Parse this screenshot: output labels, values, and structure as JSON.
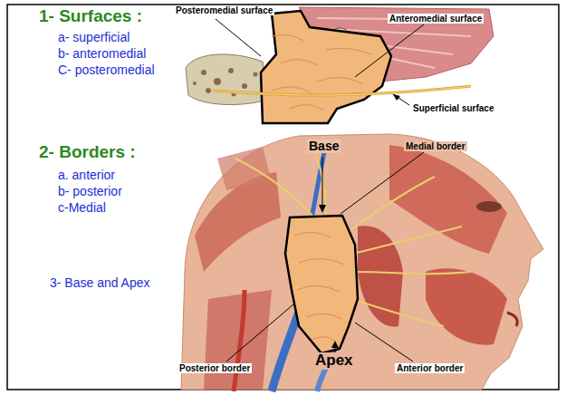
{
  "diagram": {
    "labels": [
      "1- Surfaces :",
      "a- superficial",
      "b- anteromedial",
      "C- posteromedial",
      "Posteromedial surface",
      "Anteromedial surface",
      "Superficial surface",
      "2- Borders :",
      "a. anterior",
      "b- posterior",
      "c-Medial",
      "Base",
      "Medial border",
      "3- Base and Apex",
      "Apex",
      "Posterior border",
      "Anterior border"
    ]
  }
}
